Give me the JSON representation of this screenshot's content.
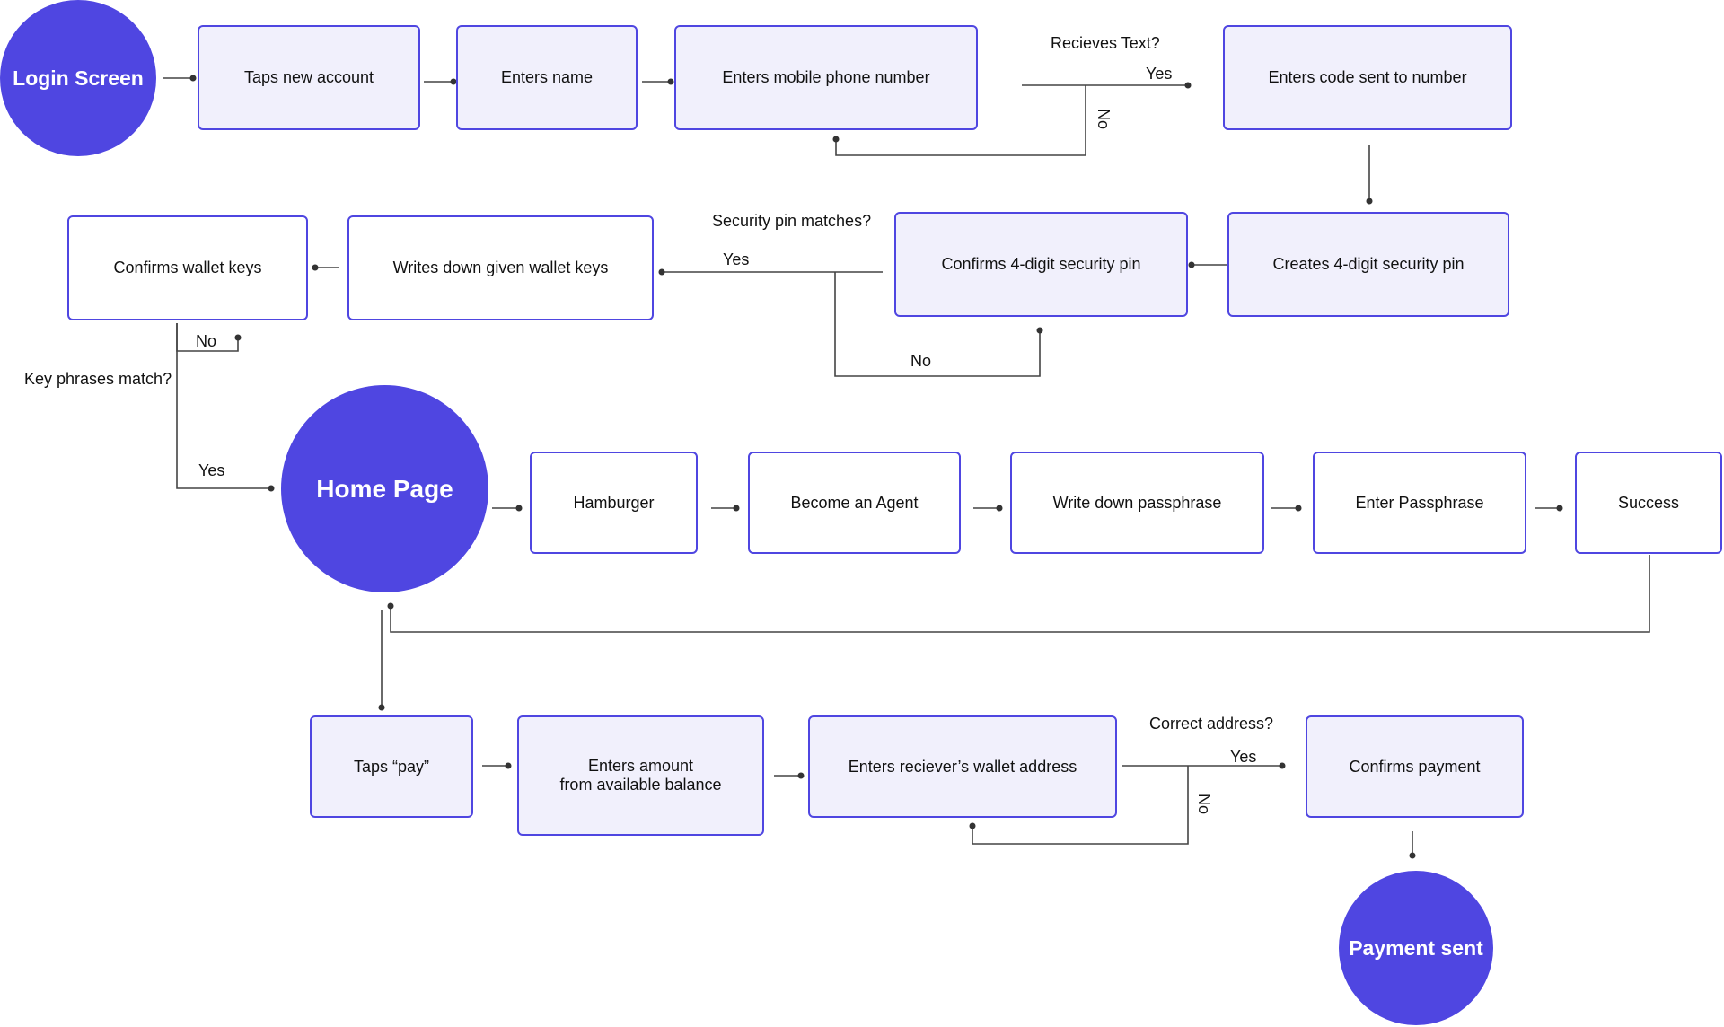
{
  "start_nodes": {
    "login_screen": "Login Screen",
    "home_page": "Home Page",
    "payment_sent": "Payment sent"
  },
  "steps": {
    "taps_new_account": "Taps new account",
    "enters_name": "Enters name",
    "enters_mobile": "Enters mobile phone number",
    "enters_code": "Enters code sent to number",
    "creates_pin": "Creates 4-digit security pin",
    "confirms_pin": "Confirms 4-digit security pin",
    "writes_keys": "Writes down given wallet keys",
    "confirms_keys": "Confirms wallet keys",
    "hamburger": "Hamburger",
    "become_agent": "Become an Agent",
    "write_passphrase": "Write down passphrase",
    "enter_passphrase": "Enter Passphrase",
    "success": "Success",
    "taps_pay": "Taps “pay”",
    "enters_amount": "Enters amount\nfrom available balance",
    "enters_address": "Enters reciever’s wallet address",
    "confirms_payment": "Confirms payment"
  },
  "decisions": {
    "recieves_text": {
      "question": "Recieves Text?",
      "yes": "Yes",
      "no": "No"
    },
    "pin_matches": {
      "question": "Security pin matches?",
      "yes": "Yes",
      "no": "No"
    },
    "keys_match": {
      "question": "Key phrases match?",
      "yes": "Yes",
      "no": "No"
    },
    "correct_address": {
      "question": "Correct address?",
      "yes": "Yes",
      "no": "No"
    }
  },
  "colors": {
    "accent": "#4f46e1",
    "box_fill": "#f1f0fc",
    "line": "#333333"
  }
}
